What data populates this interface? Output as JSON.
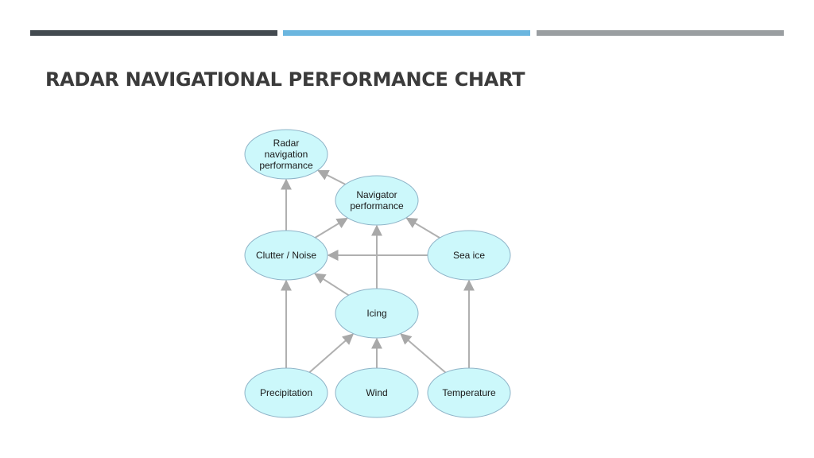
{
  "slide": {
    "title": "RADAR NAVIGATIONAL PERFORMANCE CHART",
    "accent_bars": [
      {
        "color": "#434a50"
      },
      {
        "color": "#6bb6df"
      },
      {
        "color": "#9a9ea1"
      }
    ]
  },
  "diagram": {
    "nodes": [
      {
        "id": "radar",
        "lines": [
          "Radar",
          "navigation",
          "performance"
        ]
      },
      {
        "id": "navigator",
        "lines": [
          "Navigator",
          "performance"
        ]
      },
      {
        "id": "clutter",
        "lines": [
          "Clutter / Noise"
        ]
      },
      {
        "id": "seaice",
        "lines": [
          "Sea ice"
        ]
      },
      {
        "id": "icing",
        "lines": [
          "Icing"
        ]
      },
      {
        "id": "precip",
        "lines": [
          "Precipitation"
        ]
      },
      {
        "id": "wind",
        "lines": [
          "Wind"
        ]
      },
      {
        "id": "temp",
        "lines": [
          "Temperature"
        ]
      }
    ],
    "edges": [
      {
        "from": "navigator",
        "to": "radar"
      },
      {
        "from": "clutter",
        "to": "radar"
      },
      {
        "from": "clutter",
        "to": "navigator"
      },
      {
        "from": "icing",
        "to": "navigator"
      },
      {
        "from": "seaice",
        "to": "navigator"
      },
      {
        "from": "seaice",
        "to": "clutter"
      },
      {
        "from": "icing",
        "to": "clutter"
      },
      {
        "from": "precip",
        "to": "clutter"
      },
      {
        "from": "temp",
        "to": "seaice"
      },
      {
        "from": "precip",
        "to": "icing"
      },
      {
        "from": "wind",
        "to": "icing"
      },
      {
        "from": "temp",
        "to": "icing"
      }
    ],
    "colors": {
      "node_fill": "#ccf8fb",
      "node_stroke": "#8fb4c8",
      "edge": "#b0b0b0"
    }
  }
}
